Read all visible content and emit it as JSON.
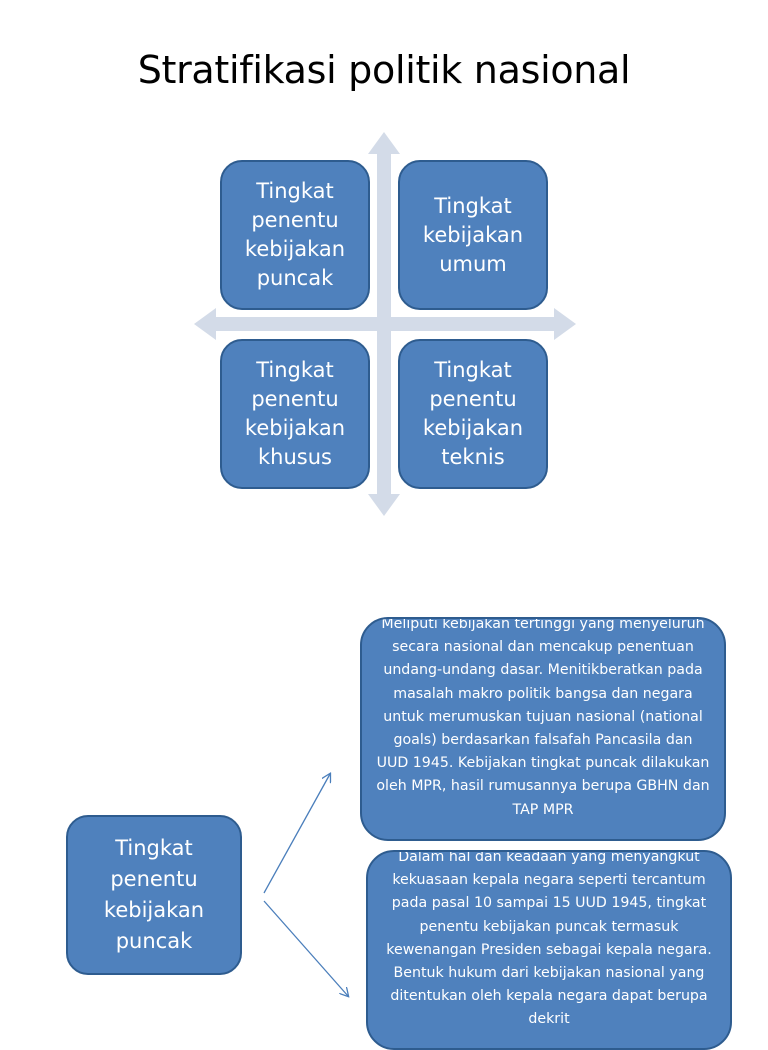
{
  "title": "Stratifikasi politik nasional",
  "quadrants": [
    {
      "label": "Tingkat\npenentu\nkebijakan\npuncak"
    },
    {
      "label": "Tingkat\nkebijakan\numum"
    },
    {
      "label": "Tingkat\npenentu\nkebijakan\nkhusus"
    },
    {
      "label": "Tingkat\npenentu\nkebijakan\nteknis"
    }
  ],
  "detail": {
    "source_label": "Tingkat\npenentu\nkebijakan\npuncak",
    "desc1": "Meliputi kebijakan tertinggi yang menyeluruh secara nasional dan mencakup penentuan undang-undang dasar. Menitikberatkan pada masalah makro politik bangsa dan negara untuk merumuskan tujuan nasional (national goals) berdasarkan falsafah Pancasila dan UUD 1945. Kebijakan tingkat puncak dilakukan oleh MPR, hasil rumusannya berupa GBHN dan TAP MPR",
    "desc2": "Dalam hal dan keadaan yang menyangkut kekuasaan kepala negara seperti tercantum pada pasal 10 sampai 15 UUD 1945, tingkat penentu kebijakan puncak termasuk kewenangan Presiden sebagai kepala negara. Bentuk hukum dari kebijakan nasional yang ditentukan oleh kepala negara dapat berupa dekrit"
  },
  "colors": {
    "box_fill": "#4f81bd",
    "box_border": "#2e5c8f",
    "axis": "#d3dbe8",
    "connector": "#4a7ebb"
  }
}
